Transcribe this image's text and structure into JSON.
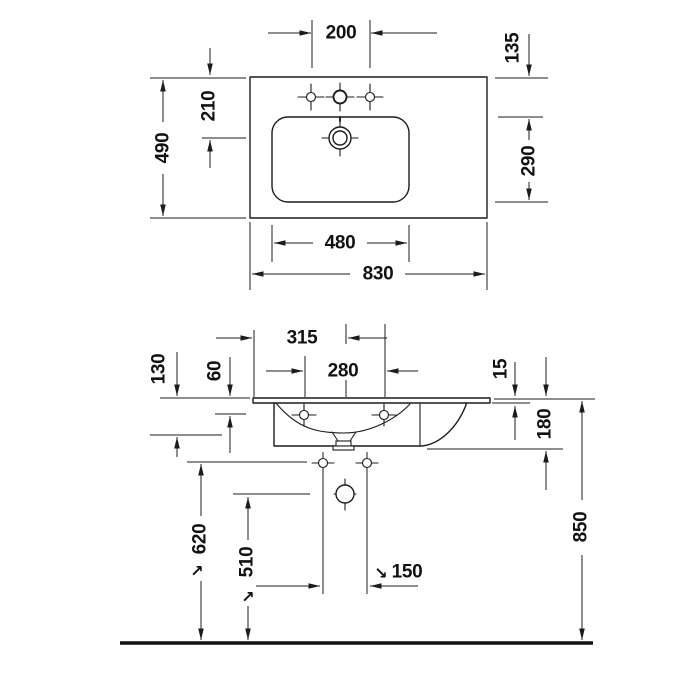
{
  "style": {
    "line_color": "#1c1c1c",
    "text_color": "#111111",
    "background": "#ffffff"
  },
  "top_view": {
    "total_width": "830",
    "total_depth": "490",
    "bowl_width": "480",
    "bowl_depth": "290",
    "faucet_hole_spacing": "200",
    "edge_to_bowl": "135",
    "edge_to_drain": "210"
  },
  "front_view": {
    "left_edge_to_center": "315",
    "fixing_hole_spacing": "280",
    "rim_to_bowl_bottom": "130",
    "rim_to_fixing_holes": "60",
    "rim_thickness": "15",
    "ceramic_height": "180",
    "rim_height": "850",
    "bracket_hole_height": "620",
    "outlet_height": "510",
    "bracket_hole_spacing": "150",
    "ref_arrow_ne": "↗",
    "ref_arrow_se": "↘"
  }
}
